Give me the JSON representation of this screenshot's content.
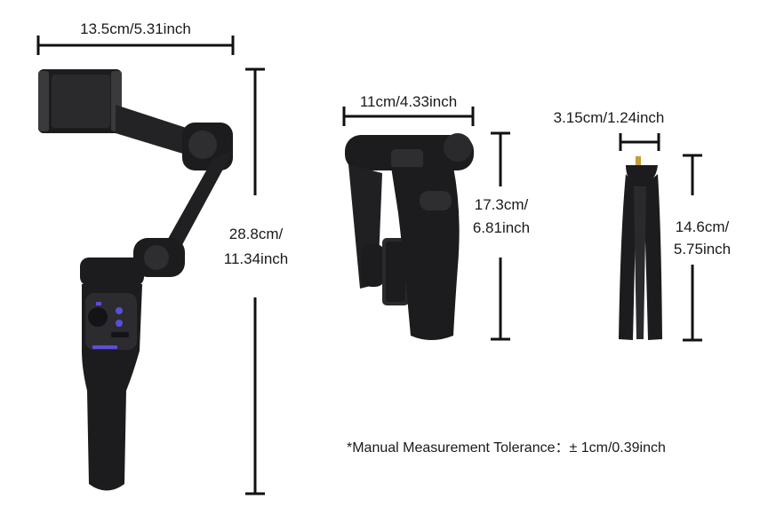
{
  "dimensions": {
    "extended_width": "13.5cm/5.31inch",
    "extended_height_line1": "28.8cm/",
    "extended_height_line2": "11.34inch",
    "folded_width": "11cm/4.33inch",
    "folded_height_line1": "17.3cm/",
    "folded_height_line2": "6.81inch",
    "tripod_width": "3.15cm/1.24inch",
    "tripod_height_line1": "14.6cm/",
    "tripod_height_line2": "5.75inch"
  },
  "note": "*Manual Measurement Tolerance：± 1cm/0.39inch",
  "colors": {
    "product": "#1c1c1e",
    "product_highlight": "#3a3a3d",
    "accent_buttons": "#5a4fd6",
    "dimension_lines": "#111111",
    "mount_screw": "#c89a3a"
  }
}
